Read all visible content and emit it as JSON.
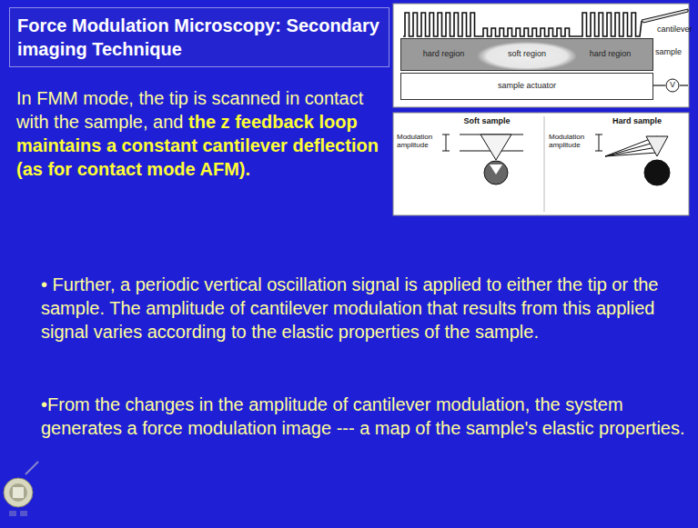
{
  "diagram": {
    "title": "Force Modulation Microscopy: Secondary imaging Technique",
    "nodes": [
      {
        "text": [
          "hard region",
          "soft region",
          "hard region",
          "sample"
        ]
      },
      {
        "text": [
          "sample actuator"
        ]
      },
      {
        "text": [
          "V"
        ]
      }
    ],
    "edges": [
      {
        "from": 1,
        "to": 2,
        "arrow": "none"
      }
    ],
    "labels": [
      "cantilever",
      "Soft sample",
      "Modulation amplitude",
      "Hard sample",
      "Modulation amplitude",
      "In FMM mode, the tip is scanned in contact with the sample, and",
      "the z feedback loop maintains a constant cantilever deflection (as for contact mode AFM).",
      "• Further, a periodic vertical oscillation signal is applied to either the tip or the sample. The amplitude of cantilever modulation that results from this applied signal varies according to the elastic properties of the sample.",
      "•From the changes in the amplitude of cantilever modulation, the system generates a force modulation image --- a map of the sample's elastic properties."
    ]
  }
}
